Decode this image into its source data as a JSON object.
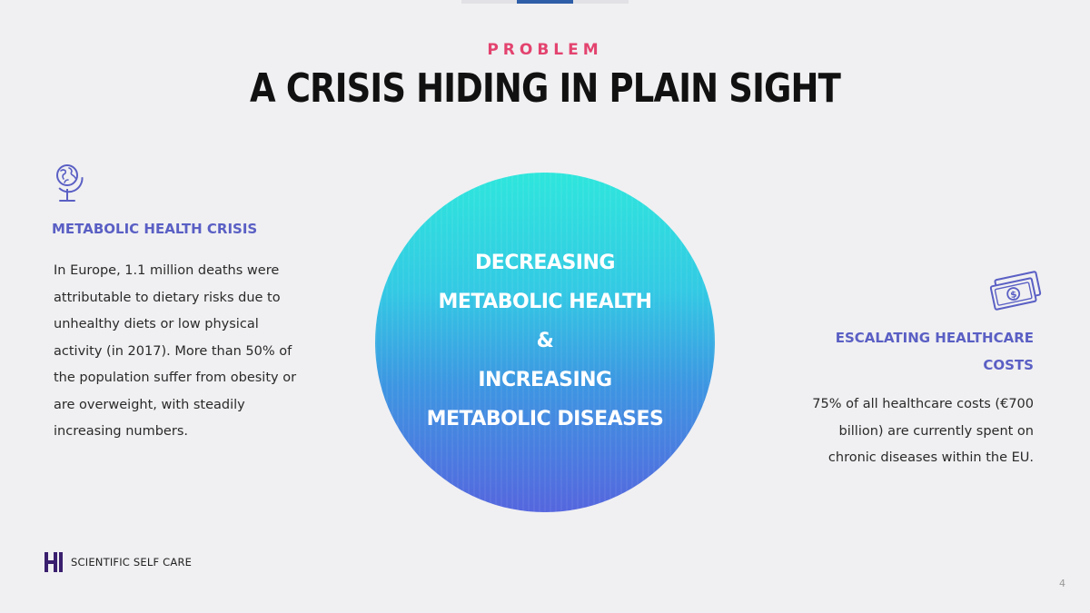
{
  "slide": {
    "eyebrow": "PROBLEM",
    "title": "A CRISIS HIDING IN PLAIN SIGHT",
    "page_number": "4"
  },
  "left_panel": {
    "icon": "globe-icon",
    "heading": "METABOLIC HEALTH CRISIS",
    "body_lines": [
      "In Europe, 1.1 million deaths were",
      "attributable to dietary risks due to",
      "unhealthy diets or low physical",
      "activity (in 2017). More than 50% of",
      "the population suffer from obesity or",
      "are overweight, with steadily",
      "increasing numbers."
    ]
  },
  "center_circle": {
    "lines": [
      "DECREASING",
      "METABOLIC HEALTH",
      "&",
      "INCREASING",
      "METABOLIC DISEASES"
    ]
  },
  "right_panel": {
    "icon": "money-icon",
    "heading_lines": [
      "ESCALATING HEALTHCARE",
      "COSTS"
    ],
    "body_lines": [
      "75% of all healthcare costs (€700",
      "billion) are currently spent on",
      "chronic diseases within the EU."
    ]
  },
  "footer": {
    "logo": "HI",
    "brand": "SCIENTIFIC SELF CARE"
  },
  "colors": {
    "eyebrow": "#e3436f",
    "heading": "#5a5fc4",
    "icon": "#5a5fc4",
    "logo": "#3a1f6e",
    "circle_top": "#2ee6dc",
    "circle_bottom": "#5566de"
  }
}
